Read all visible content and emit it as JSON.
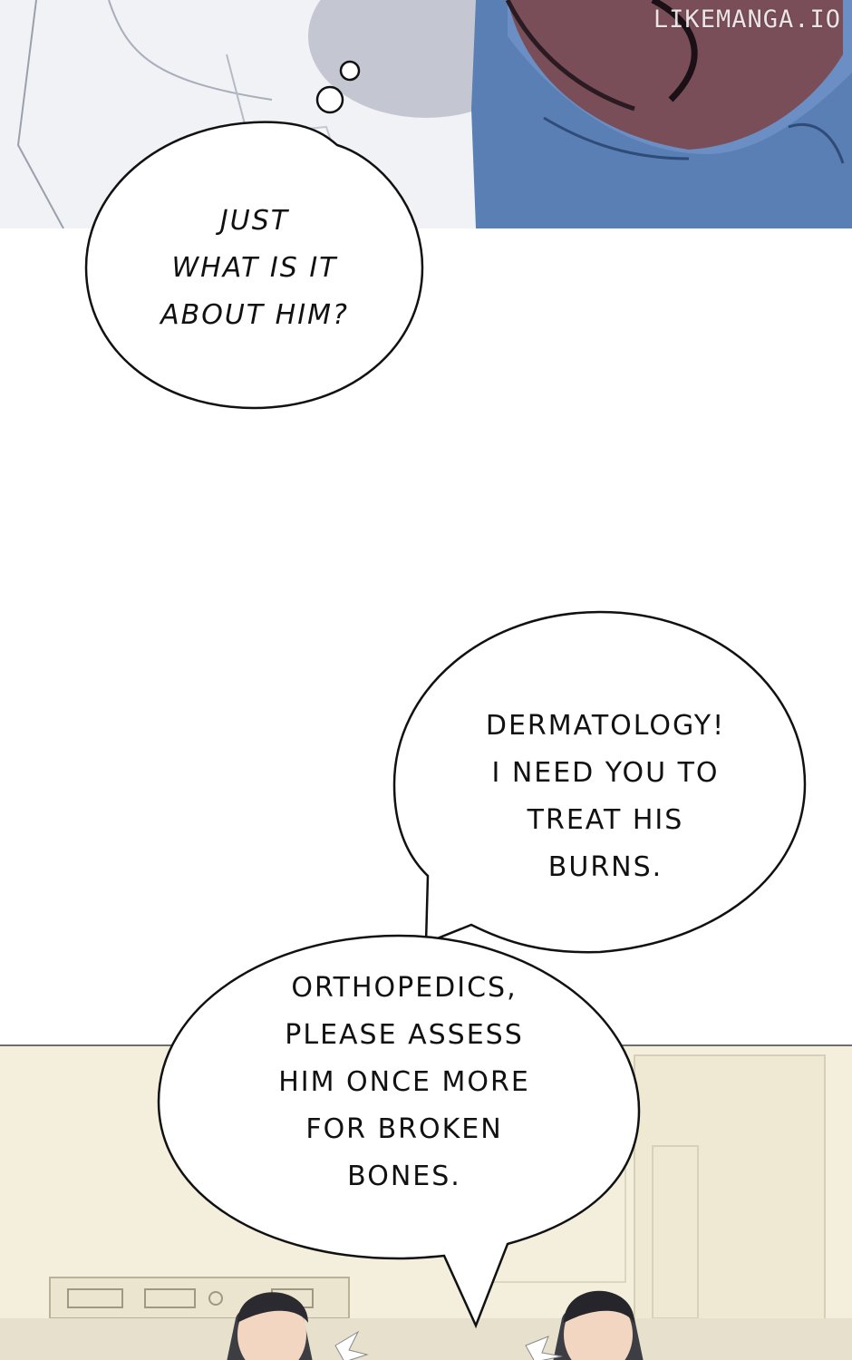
{
  "watermark": "LIKEMANGA.IO",
  "bubbles": {
    "thought": {
      "lines": [
        "JUST",
        "WHAT IS IT",
        "ABOUT HIM?"
      ]
    },
    "speech_dermatology": {
      "lines": [
        "DERMATOLOGY!",
        "I NEED YOU TO",
        "TREAT HIS",
        "BURNS."
      ]
    },
    "speech_orthopedics": {
      "lines": [
        "ORTHOPEDICS,",
        "PLEASE ASSESS",
        "HIM ONCE MORE",
        "FOR BROKEN",
        "BONES."
      ]
    }
  },
  "colors": {
    "shirt_blue": "#5a7fb5",
    "coat_white": "#f3f4f7",
    "skin_shadow": "#7a4e58",
    "bubble_fill": "#ffffff",
    "bubble_stroke": "#111111",
    "room_bg": "#f4efdc"
  }
}
